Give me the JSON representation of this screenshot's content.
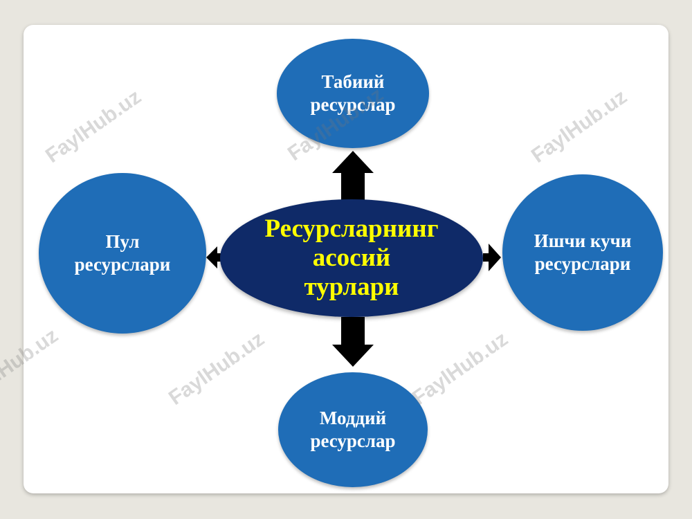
{
  "diagram": {
    "center": {
      "label": "Ресурсларнинг\nасосий\nтурлари"
    },
    "nodes": {
      "top": "Табиий\nресурслар",
      "left": "Пул\nресурслари",
      "right": "Ишчи кучи\nресурслари",
      "bottom": "Моддий\nресурслар"
    }
  },
  "colors": {
    "node_fill": "#1f6db7",
    "center_fill": "#0f2a68",
    "center_text": "#ffff00",
    "node_text": "#ffffff",
    "arrow": "#000000"
  },
  "watermark": {
    "text": "FaylHub.uz"
  }
}
